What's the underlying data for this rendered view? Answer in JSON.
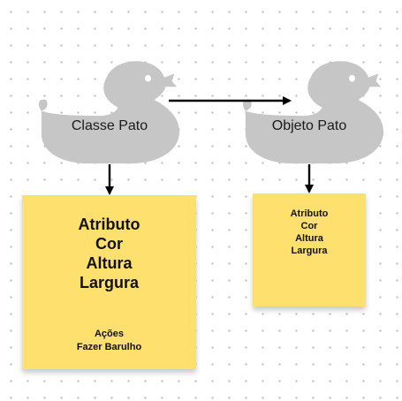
{
  "diagram": {
    "ducks": [
      {
        "id": "classe",
        "label": "Classe Pato"
      },
      {
        "id": "objeto",
        "label": "Objeto Pato"
      }
    ],
    "notes": {
      "classe": {
        "attributes": [
          "Atributo",
          "Cor",
          "Altura",
          "Largura"
        ],
        "actions": [
          "Ações",
          "Fazer Barulho"
        ]
      },
      "objeto": {
        "attributes": [
          "Atributo",
          "Cor",
          "Altura",
          "Largura"
        ]
      }
    },
    "colors": {
      "duck": "#c6c6c6",
      "note": "#fde06d",
      "arrow": "#000000"
    }
  }
}
